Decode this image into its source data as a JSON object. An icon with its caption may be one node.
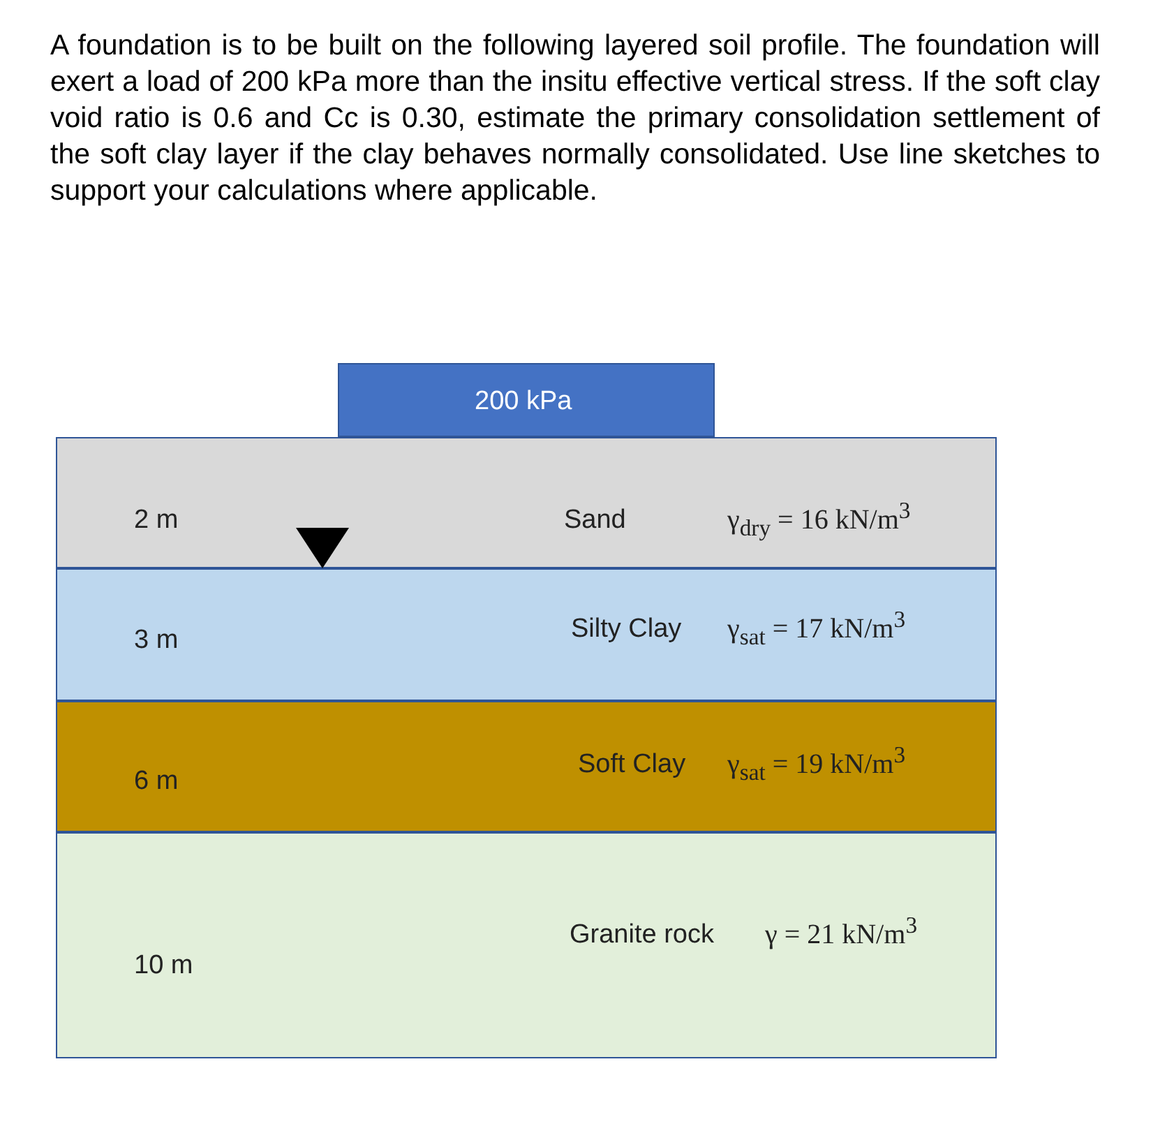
{
  "diagram": {
    "nodes": [
      {
        "text": [
          "200 kPa"
        ]
      },
      {
        "text": [
          "2 m",
          "Sand",
          "γ$_{dry}$ = 16 kN/m$^{3}$"
        ]
      },
      {
        "text": [
          "3 m",
          "Silty Clay",
          "γ$_{sat}$ = 17 kN/m$^{3}$"
        ]
      },
      {
        "text": [
          "6 m",
          "Soft Clay",
          "γ$_{sat}$ = 19 kN/m$^{3}$"
        ]
      },
      {
        "text": [
          "10 m",
          "Granite rock",
          "γ = 21 kN/m$^{3}$"
        ]
      }
    ],
    "labels": [
      "A foundation is to be built on the following layered soil profile. The foundation will exert a load of 200 kPa more than the insitu effective vertical stress. If the soft clay void ratio is 0.6 and Cc is 0.30, estimate the primary consolidation settlement of the soft clay layer if the clay behaves normally consolidated. Use line sketches to support your calculations where applicable."
    ]
  }
}
